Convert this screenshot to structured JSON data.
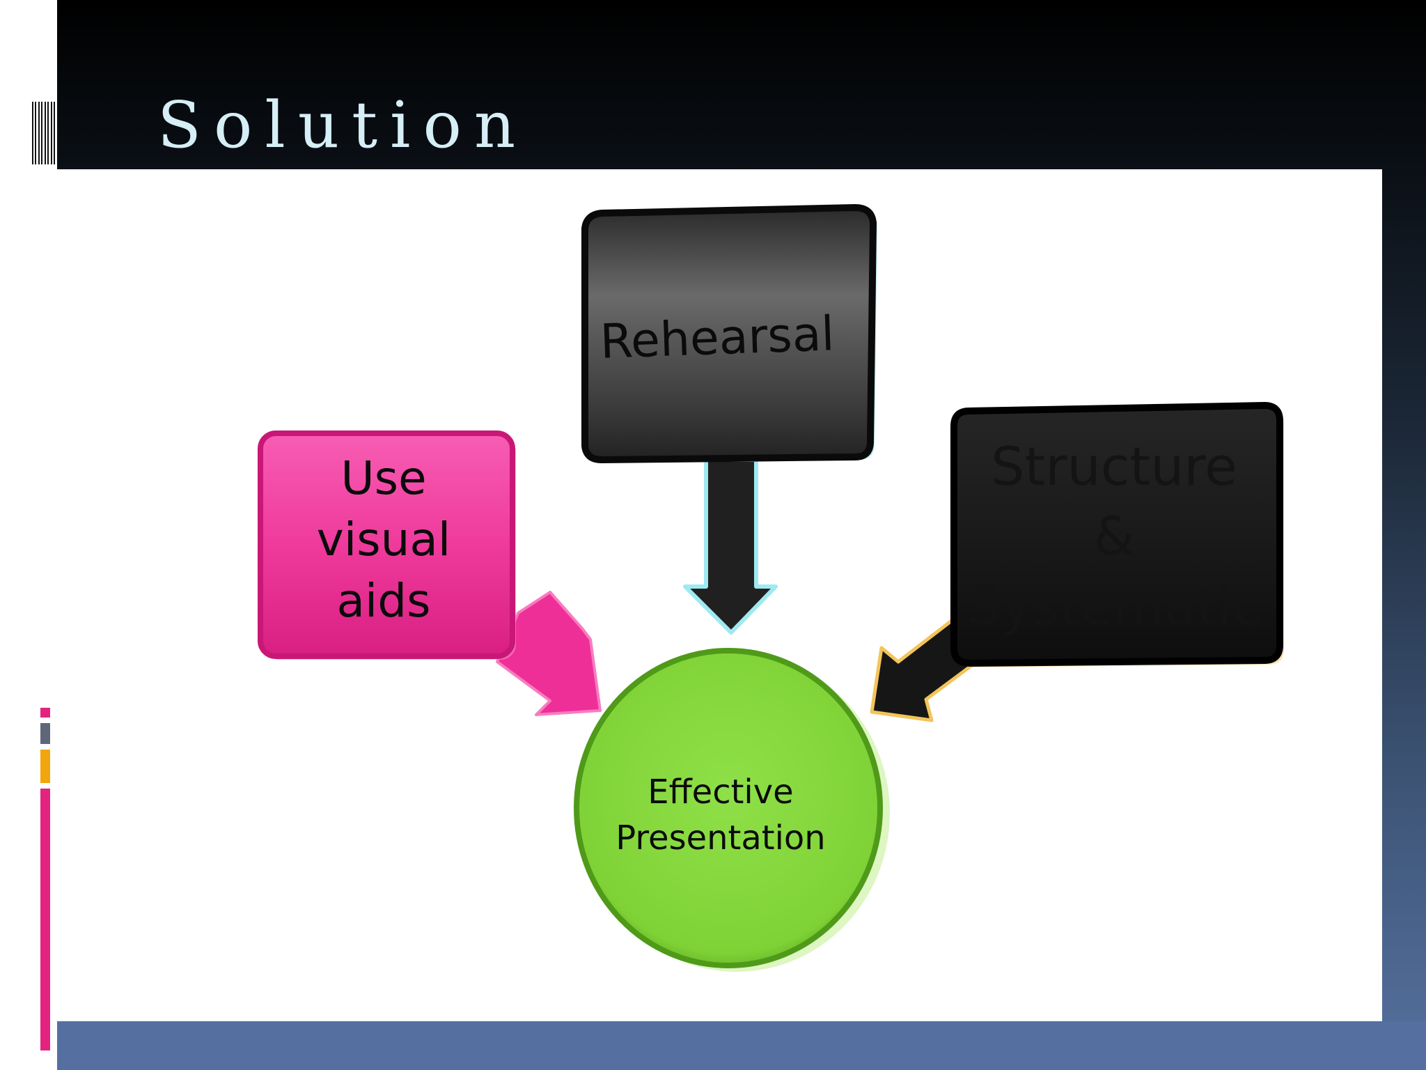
{
  "slide": {
    "title": "Solution"
  },
  "diagram": {
    "center": {
      "label": "Effective\nPresentation",
      "color": "#86d93a"
    },
    "nodes": [
      {
        "id": "visual_aids",
        "label": "Use visual\naids",
        "color": "#f0329a"
      },
      {
        "id": "rehearsal",
        "label": "Rehearsal",
        "color": "#3a3a3a"
      },
      {
        "id": "structure",
        "label": "Structure\n&\nSystematic",
        "color": "#151515"
      }
    ]
  },
  "colors": {
    "accent_pink": "#e4237f",
    "accent_gold": "#f2a50c",
    "accent_gray": "#5d6778",
    "band_blue": "#5570a0"
  }
}
